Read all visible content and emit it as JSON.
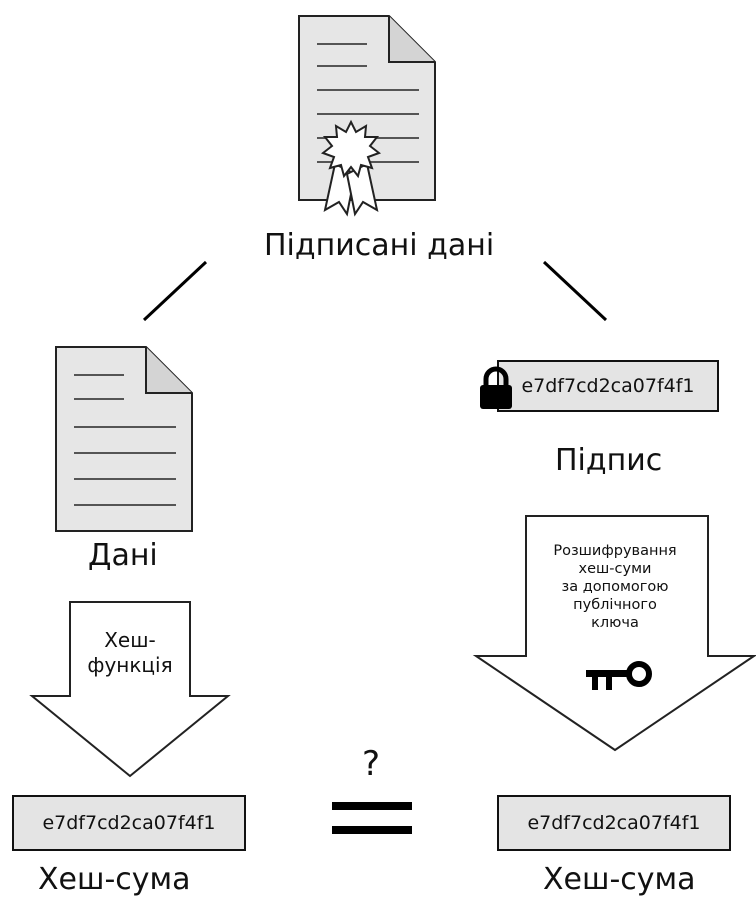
{
  "title": "Підписані дані",
  "data_label": "Дані",
  "signature": {
    "label": "Підпис",
    "hash": "e7df7cd2ca07f4f1",
    "lock_icon": "lock-icon"
  },
  "hash_function": {
    "line1": "Хеш-",
    "line2": "функція"
  },
  "decrypt": {
    "line1": "Розшифрування",
    "line2": "хеш-суми",
    "line3": "за допомогою",
    "line4": "публічного",
    "line5": "ключа",
    "key_icon": "key-icon"
  },
  "left_hash": {
    "value": "e7df7cd2ca07f4f1",
    "label": "Хеш-сума"
  },
  "right_hash": {
    "value": "e7df7cd2ca07f4f1",
    "label": "Хеш-сума"
  },
  "compare_mark": "?"
}
